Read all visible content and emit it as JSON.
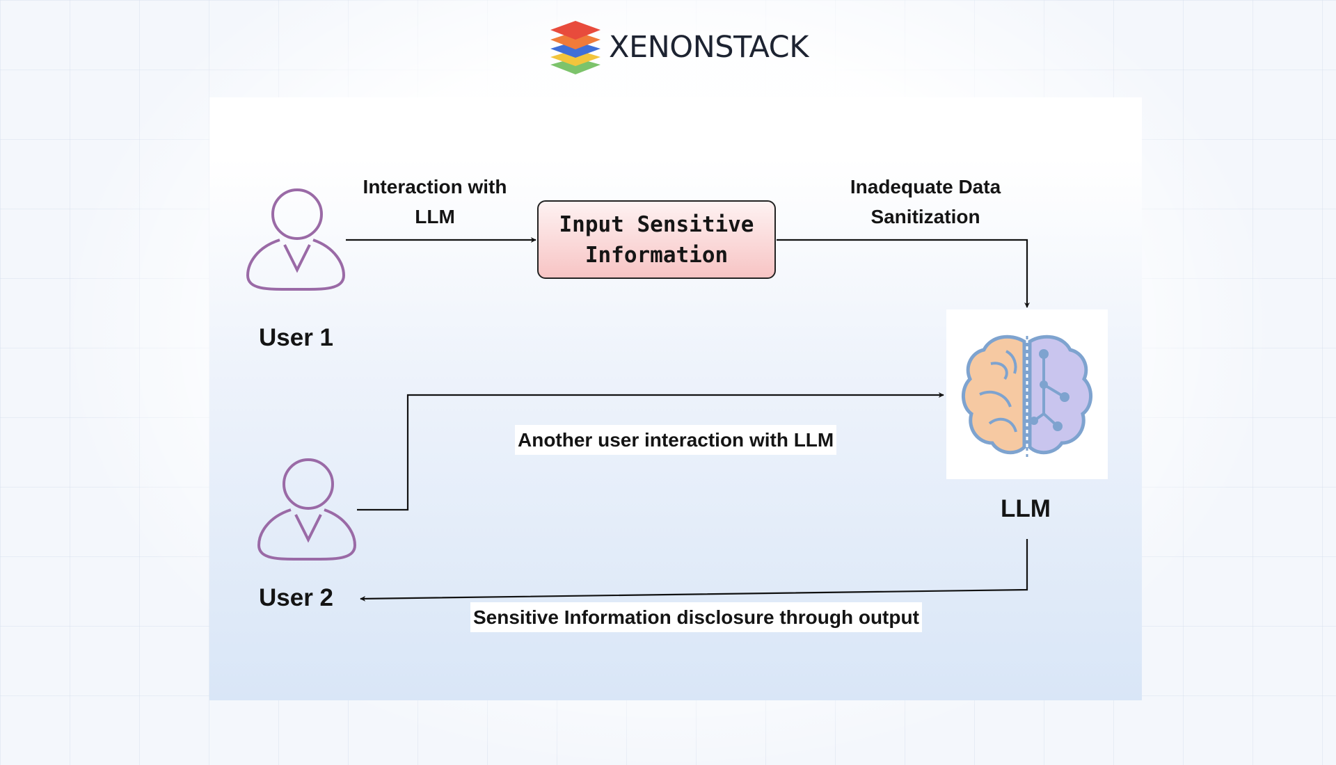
{
  "logo": {
    "text": "XENONSTACK",
    "icon": "stacked-layers-logo",
    "colors": [
      "#e84b3c",
      "#f07b3a",
      "#3f6fd8",
      "#f2c53d",
      "#7cc36b"
    ]
  },
  "diagram": {
    "user1": {
      "label": "User 1",
      "icon": "user-icon"
    },
    "user2": {
      "label": "User 2",
      "icon": "user-icon"
    },
    "llm": {
      "label": "LLM",
      "icon": "brain-icon"
    },
    "node_sensitive": "Input Sensitive\nInformation",
    "edge_interaction": "Interaction with\nLLM",
    "edge_sanitization": "Inadequate Data\nSanitization",
    "edge_another": "Another user interaction with LLM",
    "edge_disclosure": "Sensitive Information disclosure through output"
  },
  "colors": {
    "user_stroke": "#9a6aa6",
    "box_fill_top": "#fef2f2",
    "box_fill_bottom": "#f7c4c4",
    "brain_left": "#f6c9a2",
    "brain_right": "#c9c5ee",
    "brain_stroke": "#7ea3cf"
  }
}
